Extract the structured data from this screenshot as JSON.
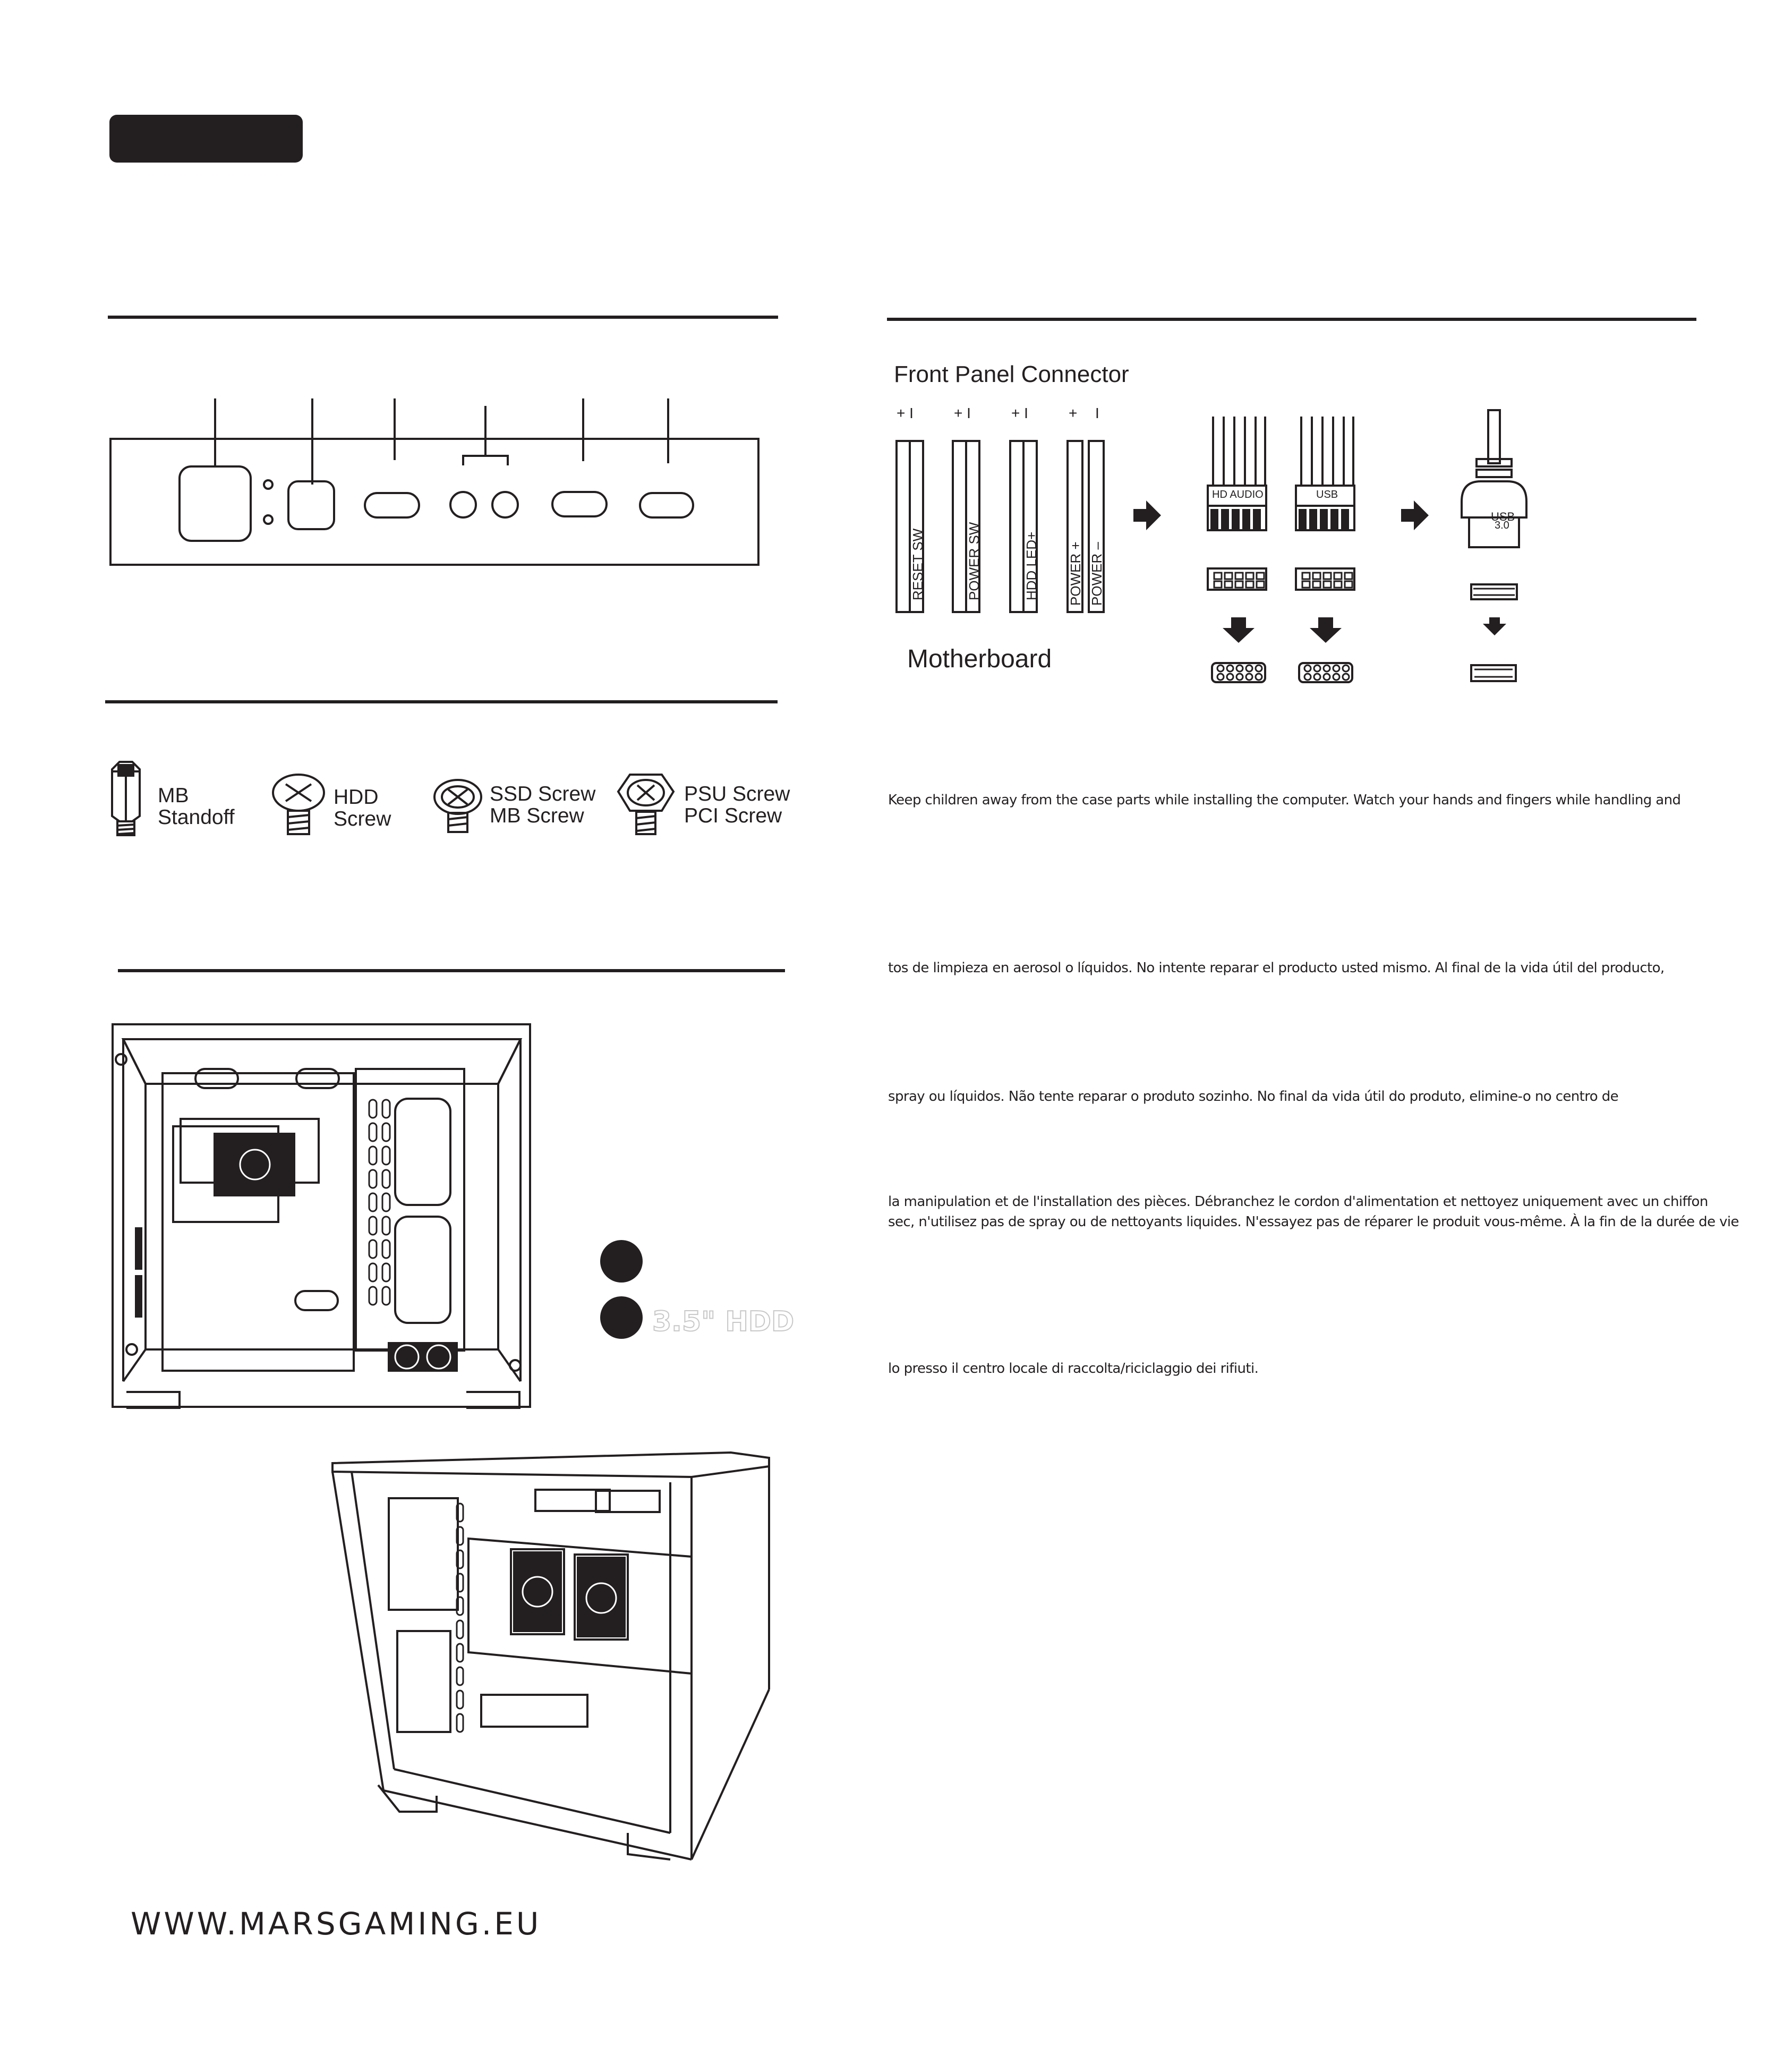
{
  "page_tag": "",
  "hardware": {
    "items": [
      {
        "line1": "MB",
        "line2": "Standoff"
      },
      {
        "line1": "HDD",
        "line2": "Screw"
      },
      {
        "line1": "SSD Screw",
        "line2": "MB Screw"
      },
      {
        "line1": "PSU Screw",
        "line2": "PCI Screw"
      }
    ]
  },
  "front_panel": {
    "title": "Front Panel Connector",
    "motherboard_label": "Motherboard",
    "connectors": [
      {
        "label": "RESET SW",
        "polarity": "+ I"
      },
      {
        "label": "POWER SW",
        "polarity": "+ I"
      },
      {
        "label": "HDD LED+",
        "polarity": "+ I"
      },
      {
        "label": "POWER +",
        "polarity": "+"
      },
      {
        "label": "POWER –",
        "polarity": "I"
      }
    ],
    "header_audio": "HD AUDIO",
    "header_usb": "USB",
    "usb3_line1": "USB",
    "usb3_line2": "3.0"
  },
  "warnings": [
    "Keep children away from the case parts while installing the computer. Watch your hands and fingers while handling and",
    "tos de limpieza en aerosol o líquidos. No intente reparar el producto usted mismo. Al final de la vida útil del producto,",
    "spray ou líquidos. Não tente reparar o produto sozinho. No final da vida útil do produto, elimine-o no centro de",
    "la manipulation et de l'installation des pièces. Débranchez le cordon d'alimentation et nettoyez uniquement avec un chiffon",
    "sec, n'utilisez pas de spray ou de nettoyants liquides. N'essayez pas de réparer le produit vous-même. À la fin de la durée de vie",
    "lo presso il centro locale di raccolta/riciclaggio dei rifiuti."
  ],
  "drive_legend": {
    "hdd_label": "3.5\" HDD"
  },
  "footer": {
    "website": "WWW.MARSGAMING.EU"
  },
  "colors": {
    "ink": "#231f20",
    "white": "#ffffff",
    "ghost_text": "#c8c8c8"
  }
}
